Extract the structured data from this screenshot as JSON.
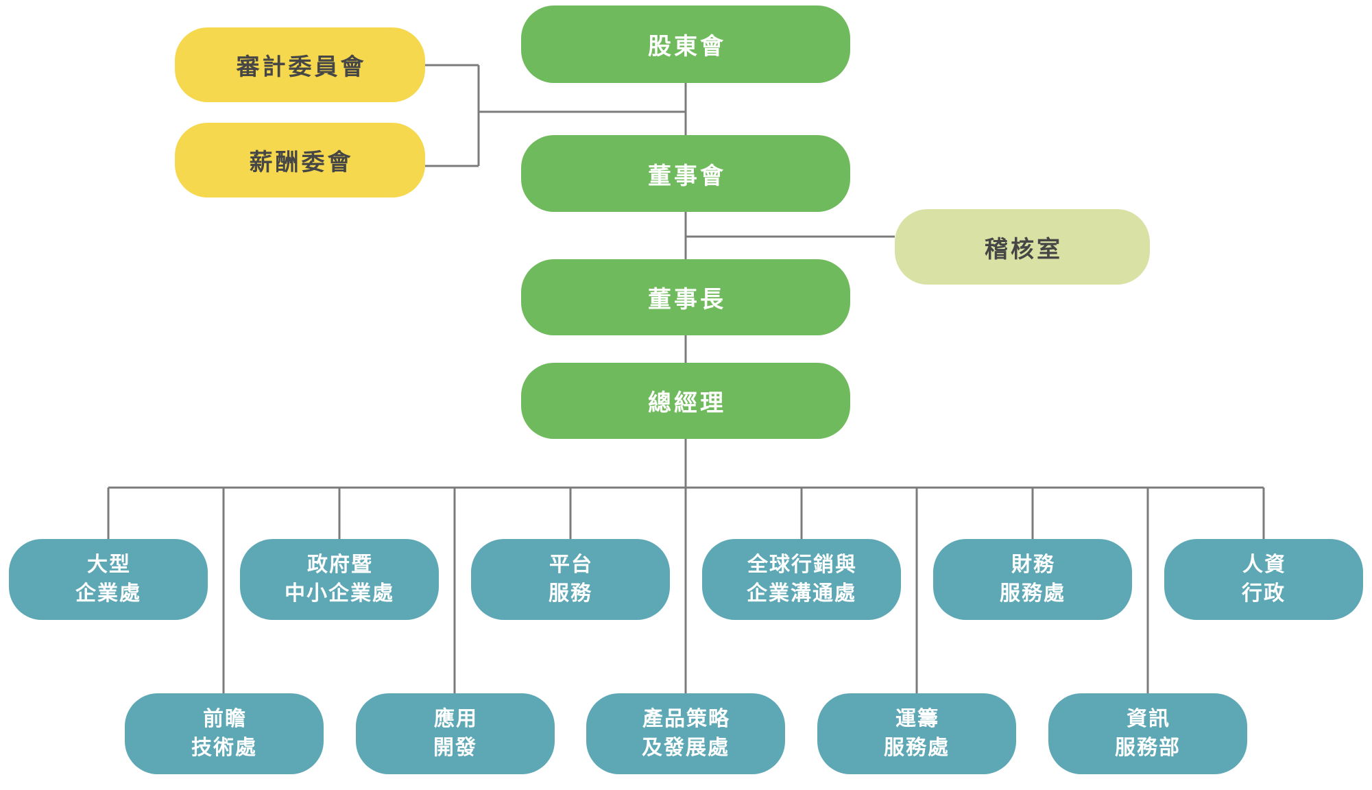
{
  "diagram_title": "organization-chart",
  "colors": {
    "green": "#6fba5c",
    "yellow": "#f6d84f",
    "pale_green": "#d9e2a4",
    "teal": "#5ea8b6",
    "line": "#7b7b7b",
    "dark_text": "#464646",
    "light_text": "#ffffff"
  },
  "nodes": [
    {
      "id": "shareholders-meeting",
      "label": "股東會",
      "lines": [
        "股東會"
      ],
      "color": "green"
    },
    {
      "id": "audit-committee",
      "label": "審計委員會",
      "lines": [
        "審計委員會"
      ],
      "color": "yellow"
    },
    {
      "id": "compensation-committee",
      "label": "薪酬委會",
      "lines": [
        "薪酬委會"
      ],
      "color": "yellow"
    },
    {
      "id": "board-of-directors",
      "label": "董事會",
      "lines": [
        "董事會"
      ],
      "color": "green"
    },
    {
      "id": "audit-office",
      "label": "稽核室",
      "lines": [
        "稽核室"
      ],
      "color": "pale_green"
    },
    {
      "id": "chairman",
      "label": "董事長",
      "lines": [
        "董事長"
      ],
      "color": "green"
    },
    {
      "id": "general-manager",
      "label": "總經理",
      "lines": [
        "總經理"
      ],
      "color": "green"
    },
    {
      "id": "large-enterprise-div",
      "label": "大型企業處",
      "lines": [
        "大型",
        "企業處"
      ],
      "color": "teal"
    },
    {
      "id": "gov-sme-div",
      "label": "政府暨中小企業處",
      "lines": [
        "政府暨",
        "中小企業處"
      ],
      "color": "teal"
    },
    {
      "id": "platform-services",
      "label": "平台服務",
      "lines": [
        "平台",
        "服務"
      ],
      "color": "teal"
    },
    {
      "id": "global-marketing-comm",
      "label": "全球行銷與企業溝通處",
      "lines": [
        "全球行銷與",
        "企業溝通處"
      ],
      "color": "teal"
    },
    {
      "id": "finance-services-div",
      "label": "財務服務處",
      "lines": [
        "財務",
        "服務處"
      ],
      "color": "teal"
    },
    {
      "id": "hr-admin",
      "label": "人資行政",
      "lines": [
        "人資",
        "行政"
      ],
      "color": "teal"
    },
    {
      "id": "advanced-tech-div",
      "label": "前瞻技術處",
      "lines": [
        "前瞻",
        "技術處"
      ],
      "color": "teal"
    },
    {
      "id": "app-development",
      "label": "應用開發",
      "lines": [
        "應用",
        "開發"
      ],
      "color": "teal"
    },
    {
      "id": "product-strategy-div",
      "label": "產品策略及發展處",
      "lines": [
        "產品策略",
        "及發展處"
      ],
      "color": "teal"
    },
    {
      "id": "logistics-services-div",
      "label": "運籌服務處",
      "lines": [
        "運籌",
        "服務處"
      ],
      "color": "teal"
    },
    {
      "id": "info-services-dept",
      "label": "資訊服務部",
      "lines": [
        "資訊",
        "服務部"
      ],
      "color": "teal"
    }
  ]
}
